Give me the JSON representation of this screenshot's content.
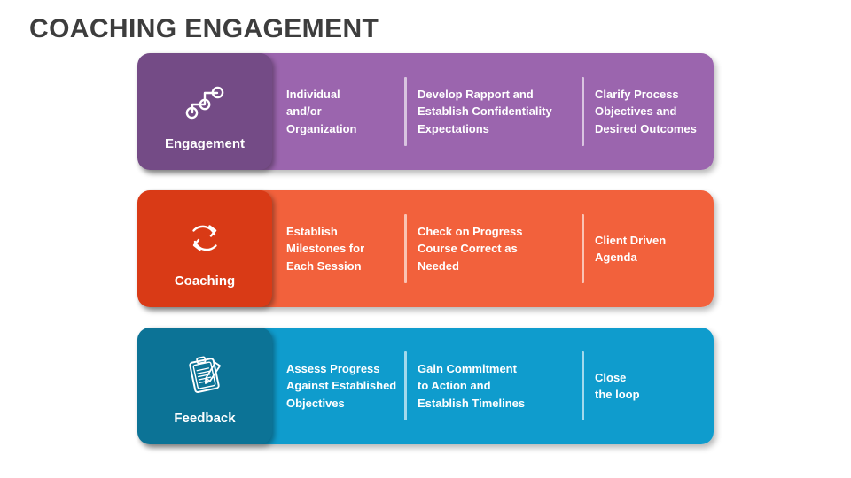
{
  "page": {
    "title": "COACHING ENGAGEMENT",
    "title_color": "#3d3d3d",
    "background": "#ffffff"
  },
  "rows": [
    {
      "id": "engagement",
      "label": "Engagement",
      "icon": "network-nodes-icon",
      "head_color": "#744b86",
      "body_color": "#9b65ae",
      "cells": [
        "Individual\nand/or\nOrganization",
        "Develop Rapport and\nEstablish Confidentiality\nExpectations",
        "Clarify Process\nObjectives and\nDesired Outcomes"
      ]
    },
    {
      "id": "coaching",
      "label": "Coaching",
      "icon": "refresh-cycle-icon",
      "head_color": "#d93a16",
      "body_color": "#f2613c",
      "cells": [
        "Establish\nMilestones for\nEach Session",
        "Check on Progress\nCourse Correct as\nNeeded",
        "Client Driven\nAgenda"
      ]
    },
    {
      "id": "feedback",
      "label": "Feedback",
      "icon": "clipboard-pencil-icon",
      "head_color": "#0c7396",
      "body_color": "#0f9ccd",
      "cells": [
        "Assess Progress\nAgainst Established\nObjectives",
        "Gain Commitment\nto Action and\nEstablish Timelines",
        "Close\nthe loop"
      ]
    }
  ]
}
